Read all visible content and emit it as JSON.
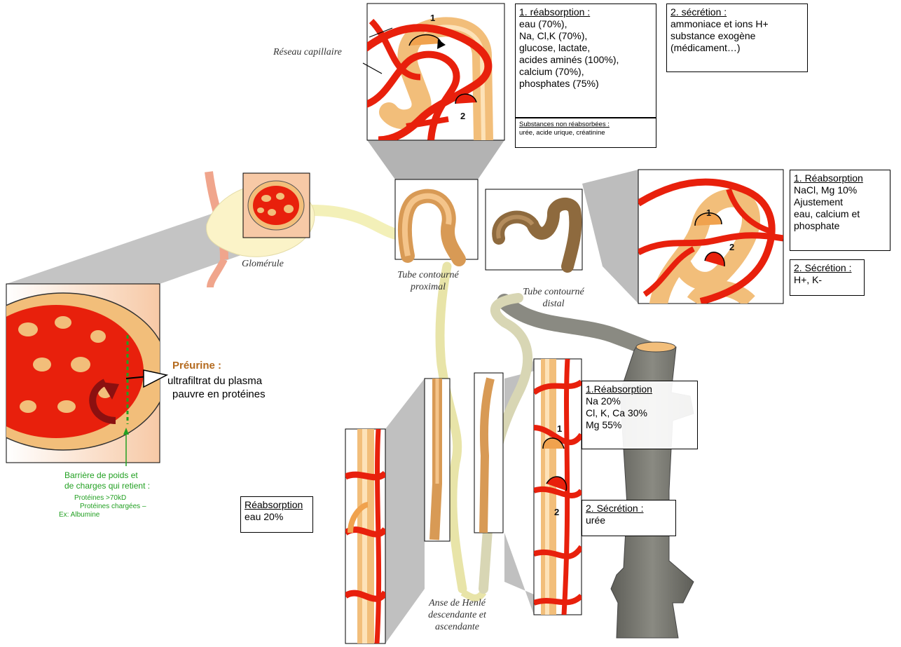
{
  "labels": {
    "reseau_capillaire": "Réseau capillaire",
    "glomerule": "Glomérule",
    "tube_proximal": [
      "Tube contourné",
      "proximal"
    ],
    "tube_distal": [
      "Tube contourné",
      "distal"
    ],
    "anse_henle": [
      "Anse de Henlé",
      "descendante et",
      "ascendante"
    ]
  },
  "markers": {
    "one": "1",
    "two": "2"
  },
  "proximal_reabsorption": {
    "title": "1. réabsorption :",
    "lines": [
      "eau (70%),",
      "Na, Cl,K (70%),",
      "glucose, lactate,",
      "acides aminés (100%),",
      "calcium (70%),",
      "phosphates (75%)"
    ]
  },
  "proximal_non_reabsorbed": {
    "title": "Substances non réabsorbées :",
    "text": "urée, acide urique, créatinine"
  },
  "proximal_secretion": {
    "title": "2. sécrétion :",
    "lines": [
      "ammoniace et ions H+",
      "substance exogène",
      "(médicament…)"
    ]
  },
  "distal_reabsorption": {
    "title": "1. Réabsorption",
    "lines": [
      "NaCl, Mg 10%",
      "Ajustement",
      "eau, calcium et",
      "phosphate"
    ]
  },
  "distal_secretion": {
    "title": "2. Sécrétion :",
    "text": "H+, K-"
  },
  "collecting_reabsorption": {
    "title": "1.Réabsorption",
    "lines": [
      "Na 20%",
      "Cl, K, Ca 30%",
      "Mg 55%"
    ]
  },
  "collecting_secretion": {
    "title": "2. Sécrétion :",
    "text": "urée"
  },
  "henle_reabsorption": {
    "title": "Réabsorption",
    "text": "eau 20%"
  },
  "preurine": {
    "title": "Préurine :",
    "lines": [
      "ultrafiltrat du plasma",
      "pauvre en protéines"
    ]
  },
  "barrier": {
    "lines": [
      "Barrière de poids et",
      "de charges qui retient :"
    ],
    "small": [
      "Protéines >70kD",
      "Protéines chargées –",
      "Ex: Albumine"
    ]
  },
  "colors": {
    "vessel": "#e8200c",
    "tubule": "#f2be7a",
    "tubule_dark": "#d8923c",
    "distal_tubule": "#8e6a3e",
    "collecting_duct": "#7a7a72",
    "barrier": "#22a022",
    "preurine_title": "#b46a1e"
  }
}
